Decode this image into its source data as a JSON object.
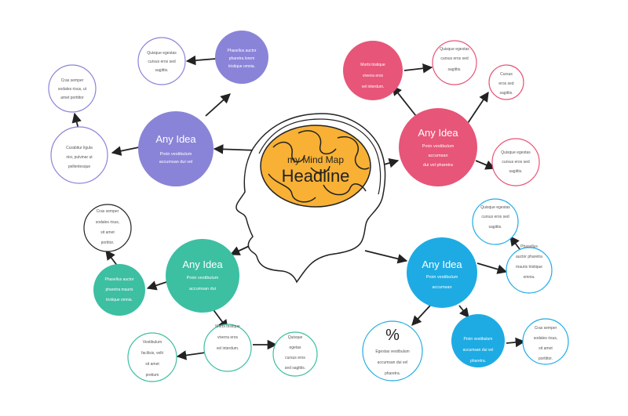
{
  "center": {
    "subtitle": "my Mind Map",
    "title": "Headline",
    "brain_color": "#f8b135"
  },
  "branches": {
    "purple": {
      "color": "#8a84d8",
      "main": {
        "title": "Any Idea",
        "lines": [
          "Proin vestibulum",
          "accumsan dui vel"
        ]
      },
      "sub": {
        "lines": [
          "Phasellus auctor",
          "pharetra lorem",
          "tristique omnia."
        ]
      },
      "leaf_top": {
        "lines": [
          "Quisque egestas",
          "cursus eros sed",
          "sagittis."
        ]
      },
      "leaf_mid": {
        "lines": [
          "Curabitur ligula",
          "nisi, pulvinar ut",
          "pellentesque"
        ]
      },
      "leaf_far": {
        "lines": [
          "Cras semper",
          "sodales risus, ut",
          "amet porttitor"
        ]
      }
    },
    "pink": {
      "color": "#e75578",
      "main": {
        "title": "Any Idea",
        "lines": [
          "Proin vestibulum",
          "accumsan",
          "dui vel pharetra"
        ]
      },
      "sub": {
        "lines": [
          "Morbi tristique",
          "viverra eros",
          "vel interdum."
        ]
      },
      "leaf_top": {
        "lines": [
          "Quisque egestas",
          "cursus eros sed",
          "sagittis."
        ]
      },
      "leaf_right": {
        "lines": [
          "Cursus",
          "eros sed",
          "sagittis."
        ]
      },
      "leaf_bottom": {
        "lines": [
          "Quisque egestas",
          "cursus eros sed",
          "sagittis."
        ]
      }
    },
    "teal": {
      "color": "#3dbfa2",
      "main": {
        "title": "Any Idea",
        "lines": [
          "Proin vestibulum",
          "accumsan dui"
        ]
      },
      "sub": {
        "lines": [
          "Phasellus auctor",
          "pharetra mauris",
          "tristique omnia."
        ]
      },
      "leaf_top": {
        "lines": [
          "Cras semper",
          "sodales risus,",
          "sit amet",
          "portitor."
        ]
      },
      "leaf_bottom_mid": {
        "lines": [
          "Morbi tristique",
          "viverra eros",
          "vel interdum."
        ]
      },
      "leaf_bottom_left": {
        "lines": [
          "Vestibulum",
          "facilisis, velit",
          "sit amet",
          "pretium"
        ]
      },
      "leaf_bottom_right": {
        "lines": [
          "Quisque",
          "egetas",
          "cursus eros",
          "sed sagittis."
        ]
      }
    },
    "blue": {
      "color": "#1eabe3",
      "main": {
        "title": "Any Idea",
        "lines": [
          "Proin vestibulum",
          "accumsan"
        ]
      },
      "sub": {
        "lines": [
          "Proin vestibulum",
          "accumsan dui vel",
          "pharetra."
        ]
      },
      "leaf_top": {
        "lines": [
          "Quisque egestas",
          "cursus eros sed",
          "sagittis."
        ]
      },
      "leaf_right": {
        "lines": [
          "Phasellus",
          "auctor pharetra",
          "mauris tristique",
          "omnia."
        ]
      },
      "leaf_percent": {
        "symbol": "%",
        "lines": [
          "Egestas vestibulum",
          "accumsan dui vel",
          "pharetra."
        ]
      },
      "leaf_far": {
        "lines": [
          "Cras semper",
          "sodales risus,",
          "sit amet",
          "porttitor."
        ]
      }
    }
  }
}
